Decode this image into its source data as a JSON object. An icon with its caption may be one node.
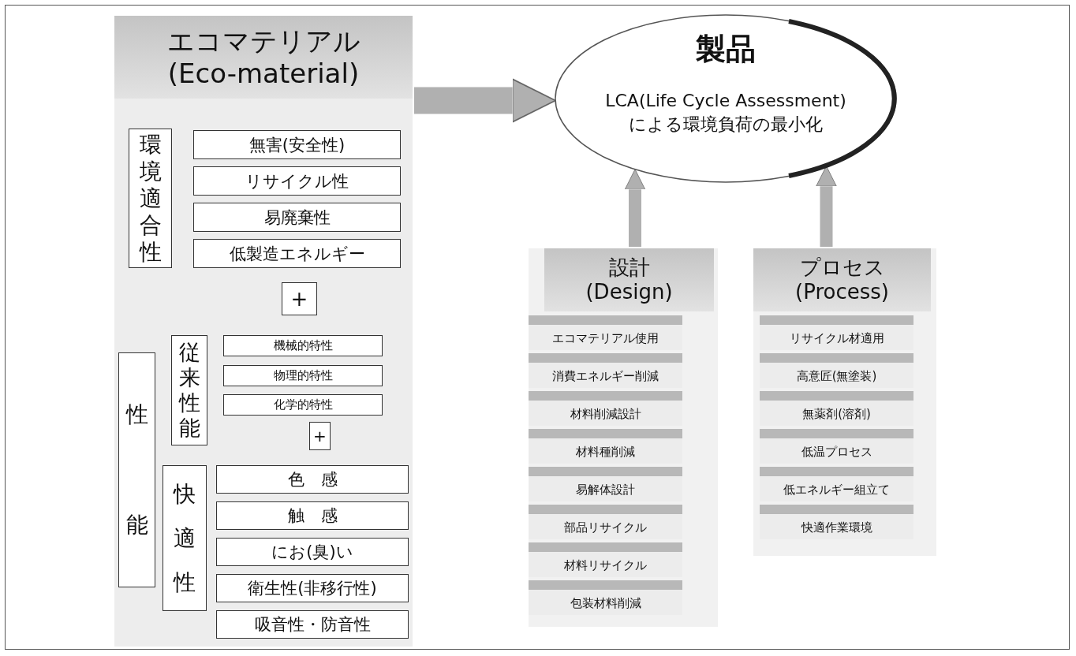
{
  "diagram": {
    "nodes": [
      {
        "text": [
          "エコマテリアル (Eco-material)"
        ]
      },
      {
        "text": [
          "環境適合性"
        ],
        "in": 0
      },
      {
        "text": [
          "無害(安全性)"
        ],
        "in": 0
      },
      {
        "text": [
          "リサイクル性"
        ],
        "in": 0
      },
      {
        "text": [
          "易廃棄性"
        ],
        "in": 0
      },
      {
        "text": [
          "低製造エネルギー"
        ],
        "in": 0
      },
      {
        "text": [
          "+"
        ],
        "in": 0
      },
      {
        "text": [
          "性能"
        ],
        "in": 0
      },
      {
        "text": [
          "従来性能"
        ],
        "in": 0
      },
      {
        "text": [
          "機械的特性"
        ],
        "in": 0
      },
      {
        "text": [
          "物理的特性"
        ],
        "in": 0
      },
      {
        "text": [
          "化学的特性"
        ],
        "in": 0
      },
      {
        "text": [
          "+"
        ],
        "in": 0
      },
      {
        "text": [
          "快適性"
        ],
        "in": 0
      },
      {
        "text": [
          "色　感"
        ],
        "in": 0
      },
      {
        "text": [
          "触　感"
        ],
        "in": 0
      },
      {
        "text": [
          "にお(臭)い"
        ],
        "in": 0
      },
      {
        "text": [
          "衛生性(非移行性)"
        ],
        "in": 0
      },
      {
        "text": [
          "吸音性・防音性"
        ],
        "in": 0
      },
      {
        "text": [
          "製品",
          "LCA(Life Cycle Assessment)による環境負荷の最小化"
        ]
      },
      {
        "text": [
          "設計 (Design)"
        ]
      },
      {
        "text": [
          "エコマテリアル使用"
        ],
        "in": 20
      },
      {
        "text": [
          "消費エネルギー削減"
        ],
        "in": 20
      },
      {
        "text": [
          "材料削減設計"
        ],
        "in": 20
      },
      {
        "text": [
          "材料種削減"
        ],
        "in": 20
      },
      {
        "text": [
          "易解体設計"
        ],
        "in": 20
      },
      {
        "text": [
          "部品リサイクル"
        ],
        "in": 20
      },
      {
        "text": [
          "材料リサイクル"
        ],
        "in": 20
      },
      {
        "text": [
          "包装材料削減"
        ],
        "in": 20
      },
      {
        "text": [
          "プロセス (Process)"
        ]
      },
      {
        "text": [
          "リサイクル材適用"
        ],
        "in": 29
      },
      {
        "text": [
          "高意匠(無塗装)"
        ],
        "in": 29
      },
      {
        "text": [
          "無薬剤(溶剤)"
        ],
        "in": 29
      },
      {
        "text": [
          "低温プロセス"
        ],
        "in": 29
      },
      {
        "text": [
          "低エネルギー組立て"
        ],
        "in": 29
      },
      {
        "text": [
          "快適作業環境"
        ],
        "in": 29
      }
    ],
    "edges": [
      {
        "from": 0,
        "to": 19,
        "arrow": "to",
        "style": "thick"
      },
      {
        "from": 20,
        "to": 19,
        "arrow": "to"
      },
      {
        "from": 29,
        "to": 19,
        "arrow": "to"
      }
    ]
  }
}
